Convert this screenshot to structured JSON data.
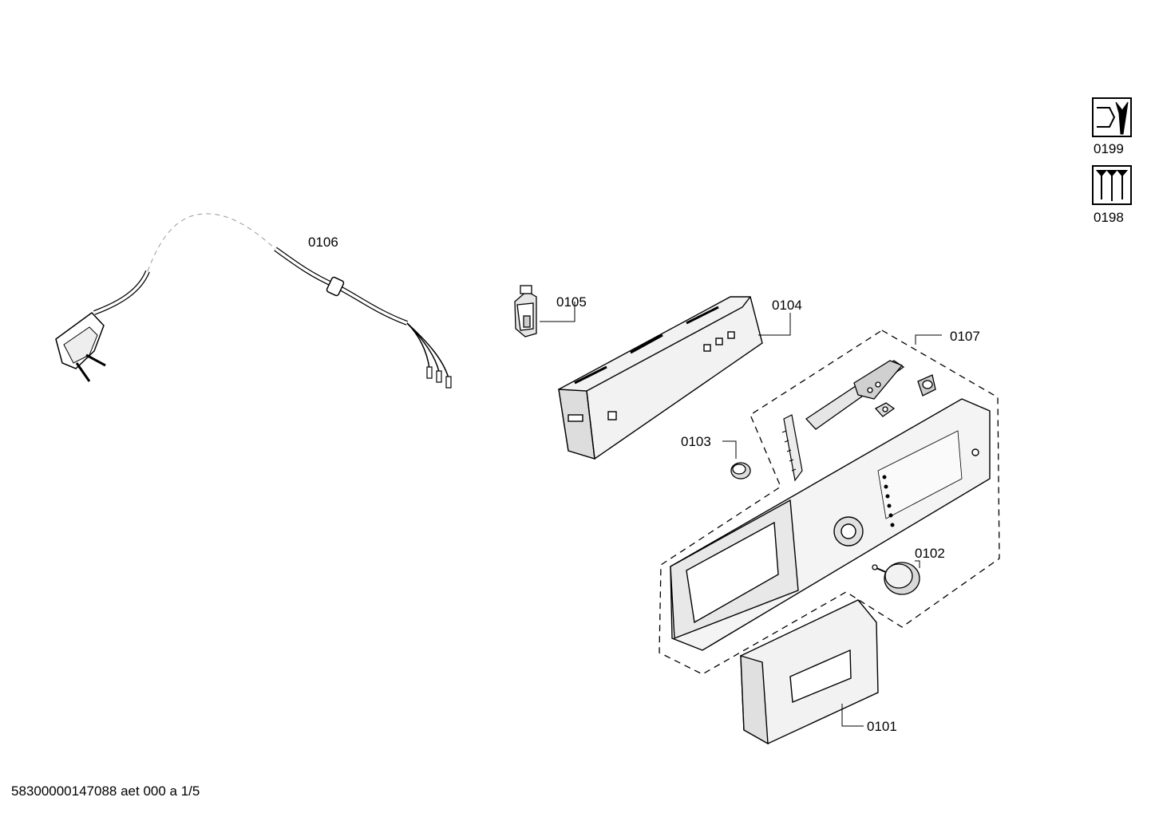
{
  "parts": {
    "p0106": "0106",
    "p0105": "0105",
    "p0104": "0104",
    "p0107": "0107",
    "p0103": "0103",
    "p0102": "0102",
    "p0101": "0101",
    "p0199": "0199",
    "p0198": "0198"
  },
  "icons": {
    "p0199": "tool-wrench-icon",
    "p0198": "screws-icon"
  },
  "footer": {
    "doc_id": "58300000147088 aet 000 a 1/5"
  },
  "colors": {
    "line": "#000000",
    "fill_light": "#f2f2f2",
    "fill_mid": "#d9d9d9",
    "fill_dark": "#bfbfbf"
  }
}
